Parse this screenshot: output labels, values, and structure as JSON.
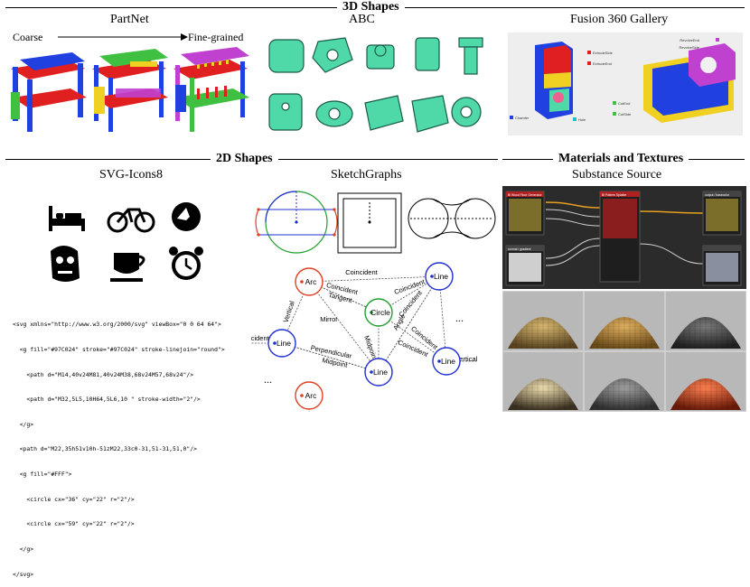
{
  "sections": {
    "shapes3d": {
      "title": "3D Shapes"
    },
    "shapes2d": {
      "title": "2D Shapes"
    },
    "materials": {
      "title": "Materials and Textures"
    }
  },
  "panels": {
    "partnet": {
      "title": "PartNet",
      "coarse": "Coarse",
      "fine": "Fine-grained"
    },
    "abc": {
      "title": "ABC"
    },
    "fusion": {
      "title": "Fusion 360 Gallery",
      "labels": [
        "ExtrudeSide",
        "ExtrudeEnd",
        "Chamfer",
        "Hole",
        "RevolveEnd",
        "RevolveSide",
        "CutEnd",
        "CutSide"
      ]
    },
    "svg_icons": {
      "title": "SVG-Icons8"
    },
    "sketchgraphs": {
      "title": "SketchGraphs"
    },
    "substance": {
      "title": "Substance Source",
      "nodes": [
        "Bl Wood Floor Generator",
        "Bl Pattern Splatter",
        "normal / gradient",
        "output / basecolor"
      ]
    }
  },
  "code": {
    "lines": [
      "<svg xmlns=\"http://www.w3.org/2000/svg\" viewBox=\"0 0 64 64\">",
      "  <g fill=\"#97C024\" stroke=\"#97C024\" stroke-linejoin=\"round\">",
      "    <path d=\"M14,40v24M81,40v24M38,68v24M57,68v24\"/>",
      "    <path d=\"M32,5L5,10H64,5L6,10 \" stroke-width=\"2\"/>",
      "  </g>",
      "  <path d=\"M22,35h51v10h-51zM22,33c0-31,51-31,51,0\"/>",
      "  <g fill=\"#FFF\">",
      "    <circle cx=\"36\" cy=\"22\" r=\"2\"/>",
      "    <circle cx=\"59\" cy=\"22\" r=\"2\"/>",
      "  </g>",
      "</svg>"
    ]
  },
  "graph": {
    "nodes": [
      {
        "id": "arc1",
        "label": "Arc",
        "color": "#e04020"
      },
      {
        "id": "line1",
        "label": "Line",
        "color": "#2030d0"
      },
      {
        "id": "circle",
        "label": "Circle",
        "color": "#20a030"
      },
      {
        "id": "line2",
        "label": "Line",
        "color": "#2030d0"
      },
      {
        "id": "line3",
        "label": "Line",
        "color": "#2030d0"
      },
      {
        "id": "line4",
        "label": "Line",
        "color": "#2030d0"
      },
      {
        "id": "arc2",
        "label": "Arc",
        "color": "#e04020"
      }
    ],
    "edges": [
      {
        "label": "Coincident"
      },
      {
        "label": "Coincident"
      },
      {
        "label": "Tangent"
      },
      {
        "label": "Coincident"
      },
      {
        "label": "Coincident"
      },
      {
        "label": "Angle"
      },
      {
        "label": "Coincident"
      },
      {
        "label": "Mirror"
      },
      {
        "label": "Midpoint"
      },
      {
        "label": "Coincident"
      },
      {
        "label": "Perpendicular"
      },
      {
        "label": "Midpoint"
      },
      {
        "label": "Vertical"
      },
      {
        "label": "Vertical"
      },
      {
        "label": "Coincident"
      }
    ],
    "ellipsis": "..."
  },
  "colors": {
    "teal": "#4fd8a8",
    "red": "#e02020",
    "blue": "#2040e0",
    "green": "#40c040",
    "magenta": "#c040d0",
    "yellow": "#f0d020"
  }
}
